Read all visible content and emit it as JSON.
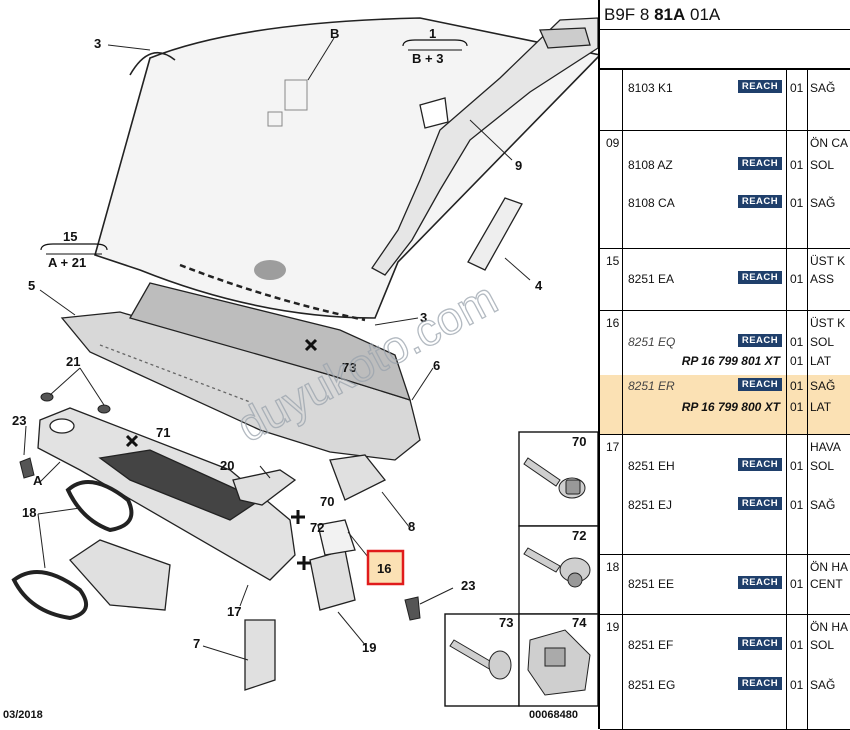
{
  "diagram": {
    "callouts": {
      "c1": "1",
      "c1_sub": "B + 3",
      "c15": "15",
      "c15_sub": "A + 21",
      "c3a": "3",
      "cB": "B",
      "c9": "9",
      "c4": "4",
      "c5": "5",
      "c3b": "3",
      "c73": "73",
      "c6": "6",
      "c21": "21",
      "c23a": "23",
      "c71": "71",
      "cA": "A",
      "c20": "20",
      "c18": "18",
      "c70": "70",
      "c72": "72",
      "c8": "8",
      "c16": "16",
      "c17": "17",
      "c19": "19",
      "c23b": "23",
      "c7": "7"
    },
    "inset_labels": {
      "i70": "70",
      "i72": "72",
      "i73": "73",
      "i74": "74"
    },
    "footer_date": "03/2018",
    "footer_ref": "00068480",
    "watermark": "duyukoto.com"
  },
  "panel": {
    "header": {
      "part1": "B9F 8 ",
      "part2": "81A",
      "part3": " 01A"
    },
    "badge": "REACH",
    "groups": [
      {
        "num": "",
        "caption": "",
        "rows": [
          {
            "code": "8103 K1",
            "reach": true,
            "qty": "01",
            "label": "SAĞ"
          }
        ]
      },
      {
        "num": "09",
        "caption": "ÖN CA",
        "rows": [
          {
            "code": "8108 AZ",
            "reach": true,
            "qty": "01",
            "label": "SOL"
          },
          {
            "code": "8108 CA",
            "reach": true,
            "qty": "01",
            "label": "SAĞ"
          }
        ]
      },
      {
        "num": "15",
        "caption": "ÜST K",
        "rows": [
          {
            "code": "8251 EA",
            "reach": true,
            "qty": "01",
            "label": "ASS"
          }
        ]
      },
      {
        "num": "16",
        "caption": "ÜST K",
        "rows": [
          {
            "code": "8251 EQ",
            "italic": true,
            "reach": true,
            "qty": "01",
            "label": "SOL"
          },
          {
            "rp": "RP 16 799 801 XT",
            "qty": "01",
            "label": "LAT"
          },
          {
            "code": "8251 ER",
            "italic": true,
            "reach": true,
            "qty": "01",
            "label": "SAĞ",
            "highlight": true
          },
          {
            "rp": "RP 16 799 800 XT",
            "qty": "01",
            "label": "LAT",
            "highlight": true
          }
        ]
      },
      {
        "num": "17",
        "caption": "HAVA",
        "rows": [
          {
            "code": "8251 EH",
            "reach": true,
            "qty": "01",
            "label": "SOL"
          },
          {
            "code": "8251 EJ",
            "reach": true,
            "qty": "01",
            "label": "SAĞ"
          }
        ]
      },
      {
        "num": "18",
        "caption": "ÖN HA",
        "rows": [
          {
            "code": "8251 EE",
            "reach": true,
            "qty": "01",
            "label": "CENT"
          }
        ]
      },
      {
        "num": "19",
        "caption": "ÖN HA",
        "rows": [
          {
            "code": "8251 EF",
            "reach": true,
            "qty": "01",
            "label": "SOL"
          },
          {
            "code": "8251 EG",
            "reach": true,
            "qty": "01",
            "label": "SAĞ"
          }
        ]
      }
    ]
  }
}
